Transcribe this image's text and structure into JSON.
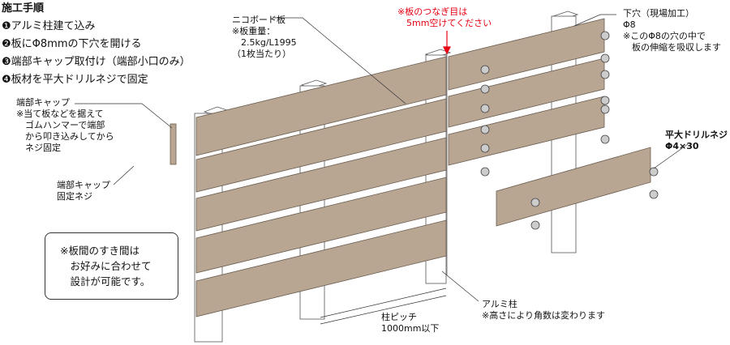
{
  "steps": {
    "title": "施工手順",
    "items": [
      "❶アルミ柱建て込み",
      "❷板にΦ8mmの下穴を開ける",
      "❸端部キャップ取付け（端部小口のみ）",
      "❹板材を平大ドリルネジで固定"
    ]
  },
  "labels": {
    "board": "ニコボード板\n※板重量：\n　2.5kg/L1995\n（1枚当たり）",
    "joint": "※板のつなぎ目は\n　5mm空けてください",
    "pilot_hole": "下穴（現場加工）\nΦ8\n※このΦ8の穴の中で\n　板の伸縮を吸収します",
    "end_cap": "端部キャップ\n※当て板などを据えて\n　ゴムハンマーで端部\n　から叩き込みしてから\n　ネジ固定",
    "end_cap_screw": "端部キャップ\n固定ネジ",
    "drill_screw": "平大ドリルネジ\nΦ4×30",
    "post": "アルミ柱\n※高さにより角数は変わります",
    "pitch": "柱ピッチ\n1000mm以下",
    "gap_note": "※板間のすき間は\n　お好みに合わせて\n　設計が可能です。"
  },
  "colors": {
    "board": "#b8a693",
    "accent": "#e60012"
  }
}
